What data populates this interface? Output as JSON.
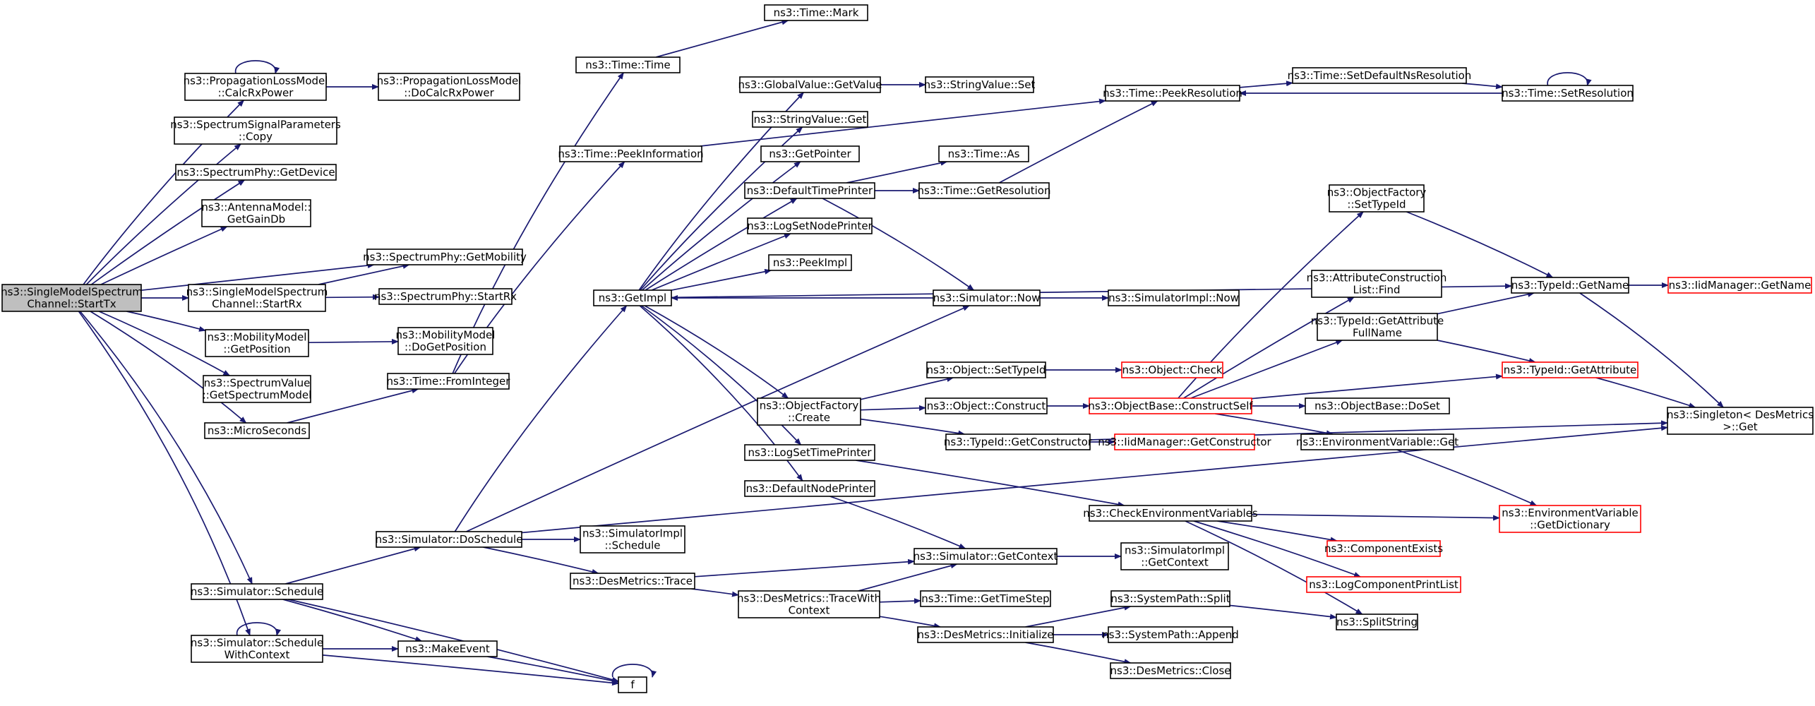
{
  "colors": {
    "edge": "#191970",
    "node_border": "#000000",
    "node_fill": "#ffffff",
    "link_border_red": "#ff0000",
    "root_fill": "#bfbfbf"
  },
  "nodes": [
    {
      "id": "root",
      "lines": [
        "ns3::SingleModelSpectrum",
        "Channel::StartTx"
      ],
      "style": "root"
    },
    {
      "id": "plm_calc",
      "lines": [
        "ns3::PropagationLossModel",
        "::CalcRxPower"
      ],
      "style": "normal"
    },
    {
      "id": "plm_docalc",
      "lines": [
        "ns3::PropagationLossModel",
        "::DoCalcRxPower"
      ],
      "style": "normal"
    },
    {
      "id": "ssp_copy",
      "lines": [
        "ns3::SpectrumSignalParameters",
        "::Copy"
      ],
      "style": "normal"
    },
    {
      "id": "sp_getdevice",
      "lines": [
        "ns3::SpectrumPhy::GetDevice"
      ],
      "style": "normal"
    },
    {
      "id": "antenna_gain",
      "lines": [
        "ns3::AntennaModel::",
        "GetGainDb"
      ],
      "style": "normal"
    },
    {
      "id": "sp_getmobility",
      "lines": [
        "ns3::SpectrumPhy::GetMobility"
      ],
      "style": "normal"
    },
    {
      "id": "smsc_startrx",
      "lines": [
        "ns3::SingleModelSpectrum",
        "Channel::StartRx"
      ],
      "style": "normal"
    },
    {
      "id": "sp_startrx",
      "lines": [
        "ns3::SpectrumPhy::StartRx"
      ],
      "style": "normal"
    },
    {
      "id": "mm_getpos",
      "lines": [
        "ns3::MobilityModel",
        "::GetPosition"
      ],
      "style": "normal"
    },
    {
      "id": "mm_dogetpos",
      "lines": [
        "ns3::MobilityModel",
        "::DoGetPosition"
      ],
      "style": "normal"
    },
    {
      "id": "sv_getsm",
      "lines": [
        "ns3::SpectrumValue",
        "::GetSpectrumModel"
      ],
      "style": "normal"
    },
    {
      "id": "microseconds",
      "lines": [
        "ns3::MicroSeconds"
      ],
      "style": "normal"
    },
    {
      "id": "time_fromint",
      "lines": [
        "ns3::Time::FromInteger"
      ],
      "style": "normal"
    },
    {
      "id": "time_time",
      "lines": [
        "ns3::Time::Time"
      ],
      "style": "normal"
    },
    {
      "id": "time_mark",
      "lines": [
        "ns3::Time::Mark"
      ],
      "style": "normal"
    },
    {
      "id": "time_peekinfo",
      "lines": [
        "ns3::Time::PeekInformation"
      ],
      "style": "normal"
    },
    {
      "id": "globalvalue_getvalue",
      "lines": [
        "ns3::GlobalValue::GetValue"
      ],
      "style": "normal"
    },
    {
      "id": "stringvalue_set",
      "lines": [
        "ns3::StringValue::Set"
      ],
      "style": "normal"
    },
    {
      "id": "stringvalue_get",
      "lines": [
        "ns3::StringValue::Get"
      ],
      "style": "normal"
    },
    {
      "id": "getpointer",
      "lines": [
        "ns3::GetPointer"
      ],
      "style": "normal"
    },
    {
      "id": "defaulttimeprinter",
      "lines": [
        "ns3::DefaultTimePrinter"
      ],
      "style": "normal"
    },
    {
      "id": "time_as",
      "lines": [
        "ns3::Time::As"
      ],
      "style": "normal"
    },
    {
      "id": "time_getresolution",
      "lines": [
        "ns3::Time::GetResolution"
      ],
      "style": "normal"
    },
    {
      "id": "logsetnodeprinter",
      "lines": [
        "ns3::LogSetNodePrinter"
      ],
      "style": "normal"
    },
    {
      "id": "peekimpl",
      "lines": [
        "ns3::PeekImpl"
      ],
      "style": "normal"
    },
    {
      "id": "getimpl",
      "lines": [
        "ns3::GetImpl"
      ],
      "style": "normal"
    },
    {
      "id": "sim_now",
      "lines": [
        "ns3::Simulator::Now"
      ],
      "style": "normal"
    },
    {
      "id": "simimpl_now",
      "lines": [
        "ns3::SimulatorImpl::Now"
      ],
      "style": "normal"
    },
    {
      "id": "time_peekres",
      "lines": [
        "ns3::Time::PeekResolution"
      ],
      "style": "normal"
    },
    {
      "id": "time_setdefaultns",
      "lines": [
        "ns3::Time::SetDefaultNsResolution"
      ],
      "style": "normal"
    },
    {
      "id": "time_setres",
      "lines": [
        "ns3::Time::SetResolution"
      ],
      "style": "normal"
    },
    {
      "id": "of_settypeid",
      "lines": [
        "ns3::ObjectFactory",
        "::SetTypeId"
      ],
      "style": "normal"
    },
    {
      "id": "acl_find",
      "lines": [
        "ns3::AttributeConstruction",
        "List::Find"
      ],
      "style": "normal"
    },
    {
      "id": "typeid_getattrfull",
      "lines": [
        "ns3::TypeId::GetAttribute",
        "FullName"
      ],
      "style": "normal"
    },
    {
      "id": "typeid_getname",
      "lines": [
        "ns3::TypeId::GetName"
      ],
      "style": "normal"
    },
    {
      "id": "iidmanager_getname",
      "lines": [
        "ns3::IidManager::GetName"
      ],
      "style": "red"
    },
    {
      "id": "typeid_getattr",
      "lines": [
        "ns3::TypeId::GetAttribute"
      ],
      "style": "red"
    },
    {
      "id": "singleton_get",
      "lines": [
        "ns3::Singleton< DesMetrics",
        " >::Get"
      ],
      "style": "normal"
    },
    {
      "id": "of_create",
      "lines": [
        "ns3::ObjectFactory",
        "::Create"
      ],
      "style": "normal"
    },
    {
      "id": "obj_settypeid",
      "lines": [
        "ns3::Object::SetTypeId"
      ],
      "style": "normal"
    },
    {
      "id": "obj_check",
      "lines": [
        "ns3::Object::Check"
      ],
      "style": "red"
    },
    {
      "id": "obj_construct",
      "lines": [
        "ns3::Object::Construct"
      ],
      "style": "normal"
    },
    {
      "id": "objbase_constructself",
      "lines": [
        "ns3::ObjectBase::ConstructSelf"
      ],
      "style": "red"
    },
    {
      "id": "objbase_doset",
      "lines": [
        "ns3::ObjectBase::DoSet"
      ],
      "style": "normal"
    },
    {
      "id": "typeid_getconstructor",
      "lines": [
        "ns3::TypeId::GetConstructor"
      ],
      "style": "normal"
    },
    {
      "id": "iidmanager_getconstructor",
      "lines": [
        "ns3::IidManager::GetConstructor"
      ],
      "style": "red"
    },
    {
      "id": "envvar_get",
      "lines": [
        "ns3::EnvironmentVariable::Get"
      ],
      "style": "normal"
    },
    {
      "id": "logsettimeprinter",
      "lines": [
        "ns3::LogSetTimePrinter"
      ],
      "style": "normal"
    },
    {
      "id": "defaultnodeprinter",
      "lines": [
        "ns3::DefaultNodePrinter"
      ],
      "style": "normal"
    },
    {
      "id": "checkenvvars",
      "lines": [
        "ns3::CheckEnvironmentVariables"
      ],
      "style": "normal"
    },
    {
      "id": "envvar_getdict",
      "lines": [
        "ns3::EnvironmentVariable",
        "::GetDictionary"
      ],
      "style": "red"
    },
    {
      "id": "componentexists",
      "lines": [
        "ns3::ComponentExists"
      ],
      "style": "red"
    },
    {
      "id": "logcomponentprintlist",
      "lines": [
        "ns3::LogComponentPrintList"
      ],
      "style": "red"
    },
    {
      "id": "sim_doschedule",
      "lines": [
        "ns3::Simulator::DoSchedule"
      ],
      "style": "normal"
    },
    {
      "id": "simimpl_schedule",
      "lines": [
        "ns3::SimulatorImpl",
        "::Schedule"
      ],
      "style": "normal"
    },
    {
      "id": "desmetrics_trace",
      "lines": [
        "ns3::DesMetrics::Trace"
      ],
      "style": "normal"
    },
    {
      "id": "sim_getcontext",
      "lines": [
        "ns3::Simulator::GetContext"
      ],
      "style": "normal"
    },
    {
      "id": "simimpl_getcontext",
      "lines": [
        "ns3::SimulatorImpl",
        "::GetContext"
      ],
      "style": "normal"
    },
    {
      "id": "desmetrics_tracewith",
      "lines": [
        "ns3::DesMetrics::TraceWith",
        "Context"
      ],
      "style": "normal"
    },
    {
      "id": "time_gettimestep",
      "lines": [
        "ns3::Time::GetTimeStep"
      ],
      "style": "normal"
    },
    {
      "id": "desmetrics_init",
      "lines": [
        "ns3::DesMetrics::Initialize"
      ],
      "style": "normal"
    },
    {
      "id": "systempath_split",
      "lines": [
        "ns3::SystemPath::Split"
      ],
      "style": "normal"
    },
    {
      "id": "systempath_append",
      "lines": [
        "ns3::SystemPath::Append"
      ],
      "style": "normal"
    },
    {
      "id": "desmetrics_close",
      "lines": [
        "ns3::DesMetrics::Close"
      ],
      "style": "normal"
    },
    {
      "id": "splitstring",
      "lines": [
        "ns3::SplitString"
      ],
      "style": "normal"
    },
    {
      "id": "sim_schedule",
      "lines": [
        "ns3::Simulator::Schedule"
      ],
      "style": "normal"
    },
    {
      "id": "sim_schedulewith",
      "lines": [
        "ns3::Simulator::Schedule",
        "WithContext"
      ],
      "style": "normal"
    },
    {
      "id": "makeevent",
      "lines": [
        "ns3::MakeEvent"
      ],
      "style": "normal"
    },
    {
      "id": "f",
      "lines": [
        "f"
      ],
      "style": "normal"
    }
  ],
  "edges": [
    [
      "root",
      "plm_calc"
    ],
    [
      "root",
      "ssp_copy"
    ],
    [
      "root",
      "sp_getdevice"
    ],
    [
      "root",
      "antenna_gain"
    ],
    [
      "root",
      "sp_getmobility"
    ],
    [
      "root",
      "smsc_startrx"
    ],
    [
      "root",
      "mm_getpos"
    ],
    [
      "root",
      "sv_getsm"
    ],
    [
      "root",
      "microseconds"
    ],
    [
      "root",
      "sim_schedule"
    ],
    [
      "root",
      "sim_schedulewith"
    ],
    [
      "plm_calc",
      "plm_calc"
    ],
    [
      "plm_calc",
      "plm_docalc"
    ],
    [
      "smsc_startrx",
      "sp_getmobility"
    ],
    [
      "smsc_startrx",
      "sp_startrx"
    ],
    [
      "mm_getpos",
      "mm_dogetpos"
    ],
    [
      "microseconds",
      "time_fromint"
    ],
    [
      "time_fromint",
      "time_time"
    ],
    [
      "time_fromint",
      "time_peekinfo"
    ],
    [
      "time_time",
      "time_mark"
    ],
    [
      "time_peekinfo",
      "time_peekres"
    ],
    [
      "getimpl",
      "globalvalue_getvalue"
    ],
    [
      "getimpl",
      "stringvalue_get"
    ],
    [
      "getimpl",
      "getpointer"
    ],
    [
      "getimpl",
      "defaulttimeprinter"
    ],
    [
      "getimpl",
      "logsetnodeprinter"
    ],
    [
      "getimpl",
      "peekimpl"
    ],
    [
      "getimpl",
      "of_create"
    ],
    [
      "getimpl",
      "logsettimeprinter"
    ],
    [
      "getimpl",
      "defaultnodeprinter"
    ],
    [
      "getimpl",
      "typeid_getname"
    ],
    [
      "globalvalue_getvalue",
      "stringvalue_set"
    ],
    [
      "defaulttimeprinter",
      "time_as"
    ],
    [
      "defaulttimeprinter",
      "time_getresolution"
    ],
    [
      "defaulttimeprinter",
      "sim_now"
    ],
    [
      "time_getresolution",
      "time_peekres"
    ],
    [
      "sim_now",
      "getimpl"
    ],
    [
      "sim_now",
      "simimpl_now"
    ],
    [
      "time_peekres",
      "time_setdefaultns"
    ],
    [
      "time_setdefaultns",
      "time_setres"
    ],
    [
      "time_setres",
      "time_setres"
    ],
    [
      "time_setres",
      "time_peekres"
    ],
    [
      "of_settypeid",
      "typeid_getname"
    ],
    [
      "typeid_getattrfull",
      "typeid_getname"
    ],
    [
      "typeid_getattrfull",
      "typeid_getattr"
    ],
    [
      "typeid_getname",
      "iidmanager_getname"
    ],
    [
      "typeid_getname",
      "singleton_get"
    ],
    [
      "typeid_getattr",
      "singleton_get"
    ],
    [
      "of_create",
      "obj_settypeid"
    ],
    [
      "of_create",
      "obj_construct"
    ],
    [
      "of_create",
      "typeid_getconstructor"
    ],
    [
      "obj_settypeid",
      "obj_check"
    ],
    [
      "obj_construct",
      "objbase_constructself"
    ],
    [
      "objbase_constructself",
      "of_settypeid"
    ],
    [
      "objbase_constructself",
      "acl_find"
    ],
    [
      "objbase_constructself",
      "typeid_getattrfull"
    ],
    [
      "objbase_constructself",
      "typeid_getattr"
    ],
    [
      "objbase_constructself",
      "objbase_doset"
    ],
    [
      "objbase_constructself",
      "envvar_get"
    ],
    [
      "typeid_getconstructor",
      "iidmanager_getconstructor"
    ],
    [
      "typeid_getconstructor",
      "singleton_get"
    ],
    [
      "envvar_get",
      "envvar_getdict"
    ],
    [
      "logsettimeprinter",
      "checkenvvars"
    ],
    [
      "defaultnodeprinter",
      "sim_getcontext"
    ],
    [
      "checkenvvars",
      "envvar_getdict"
    ],
    [
      "checkenvvars",
      "componentexists"
    ],
    [
      "checkenvvars",
      "logcomponentprintlist"
    ],
    [
      "checkenvvars",
      "splitstring"
    ],
    [
      "sim_doschedule",
      "getimpl"
    ],
    [
      "sim_doschedule",
      "sim_now"
    ],
    [
      "sim_doschedule",
      "simimpl_schedule"
    ],
    [
      "sim_doschedule",
      "desmetrics_trace"
    ],
    [
      "sim_doschedule",
      "singleton_get"
    ],
    [
      "desmetrics_trace",
      "sim_getcontext"
    ],
    [
      "desmetrics_trace",
      "desmetrics_tracewith"
    ],
    [
      "sim_getcontext",
      "simimpl_getcontext"
    ],
    [
      "desmetrics_tracewith",
      "sim_getcontext"
    ],
    [
      "desmetrics_tracewith",
      "time_gettimestep"
    ],
    [
      "desmetrics_tracewith",
      "desmetrics_init"
    ],
    [
      "desmetrics_init",
      "systempath_split"
    ],
    [
      "desmetrics_init",
      "systempath_append"
    ],
    [
      "desmetrics_init",
      "desmetrics_close"
    ],
    [
      "systempath_split",
      "splitstring"
    ],
    [
      "sim_schedule",
      "sim_doschedule"
    ],
    [
      "sim_schedule",
      "makeevent"
    ],
    [
      "sim_schedule",
      "f"
    ],
    [
      "sim_schedulewith",
      "sim_schedulewith"
    ],
    [
      "sim_schedulewith",
      "makeevent"
    ],
    [
      "sim_schedulewith",
      "f"
    ],
    [
      "makeevent",
      "f"
    ],
    [
      "f",
      "f"
    ]
  ]
}
